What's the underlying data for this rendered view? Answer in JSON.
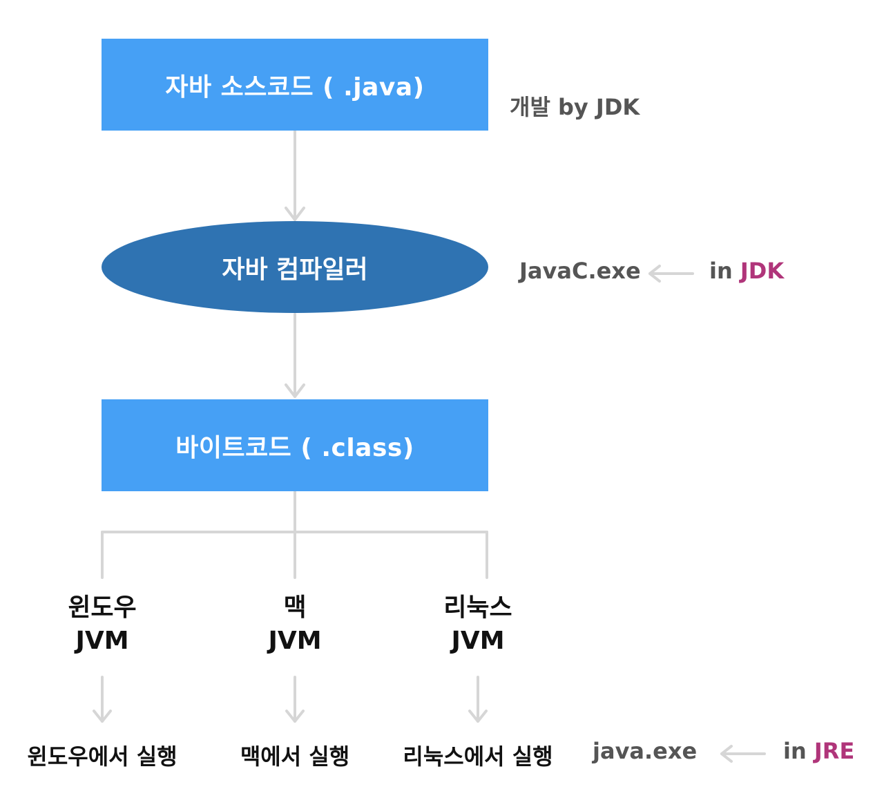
{
  "nodes": {
    "source": "자바 소스코드 ( .java)",
    "compiler": "자바 컴파일러",
    "bytecode": "바이트코드 ( .class)"
  },
  "notes": {
    "dev": "개발 by JDK",
    "javac": "JavaC.exe",
    "javac_in": "in",
    "javac_tool": "JDK",
    "java": "java.exe",
    "java_in": "in",
    "java_tool": "JRE"
  },
  "platforms": [
    {
      "name": "윈도우",
      "vm": "JVM",
      "run": "윈도우에서 실행"
    },
    {
      "name": "맥",
      "vm": "JVM",
      "run": "맥에서 실행"
    },
    {
      "name": "리눅스",
      "vm": "JVM",
      "run": "리눅스에서 실행"
    }
  ],
  "colors": {
    "box": "#46a0f5",
    "ellipse": "#2f73b2",
    "connector": "#d6d6d6",
    "note_text": "#555555",
    "accent": "#b0357a"
  }
}
